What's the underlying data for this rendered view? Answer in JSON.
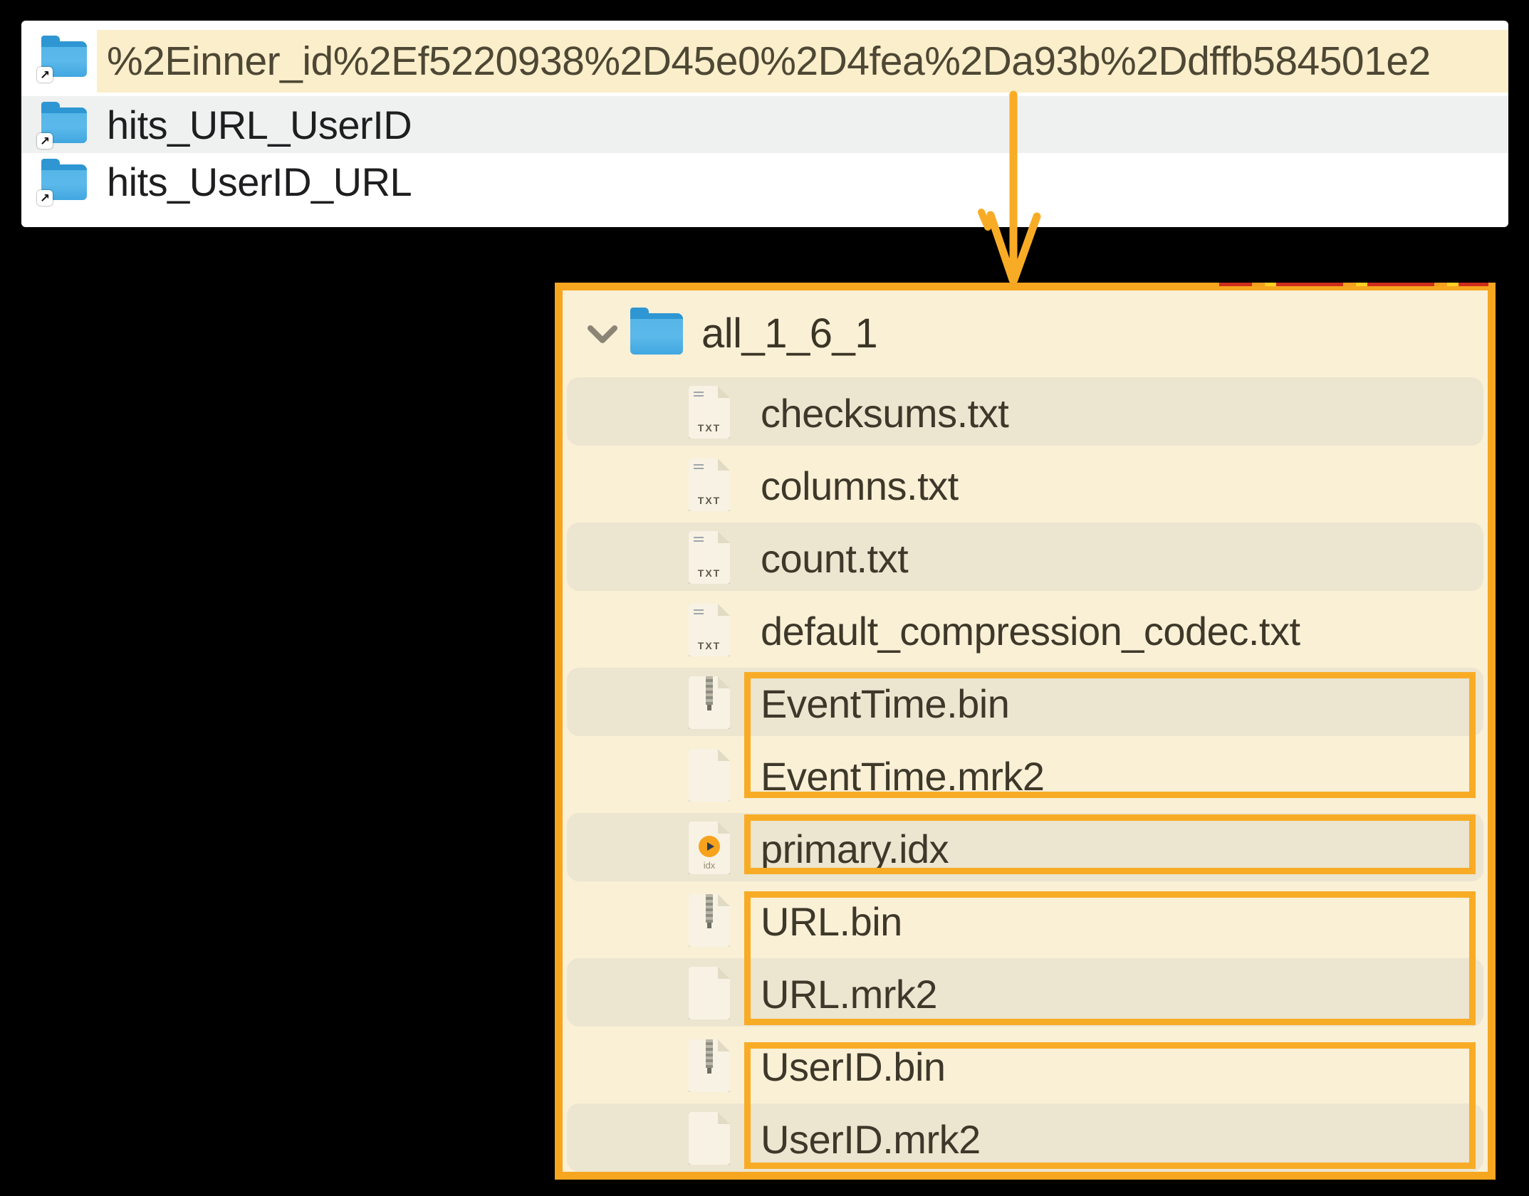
{
  "window": {
    "rows": [
      {
        "name": "%2Einner_id%2Ef5220938%2D45e0%2D4fea%2Da93b%2Ddffb584501e2",
        "selected": true
      },
      {
        "name": "hits_URL_UserID",
        "selected": false
      },
      {
        "name": "hits_UserID_URL",
        "selected": false
      }
    ],
    "alias_badge_glyph": "↗"
  },
  "tree": {
    "root": {
      "name": "all_1_6_1",
      "expanded": true
    },
    "files": [
      {
        "name": "checksums.txt",
        "icon": "txt-file-icon",
        "icon_label": "TXT"
      },
      {
        "name": "columns.txt",
        "icon": "txt-file-icon",
        "icon_label": "TXT"
      },
      {
        "name": "count.txt",
        "icon": "txt-file-icon",
        "icon_label": "TXT"
      },
      {
        "name": "default_compression_codec.txt",
        "icon": "txt-file-icon",
        "icon_label": "TXT"
      },
      {
        "name": "EventTime.bin",
        "icon": "bin-file-icon",
        "icon_label": ""
      },
      {
        "name": "EventTime.mrk2",
        "icon": "blank-file-icon",
        "icon_label": ""
      },
      {
        "name": "primary.idx",
        "icon": "idx-file-icon",
        "icon_label": "idx"
      },
      {
        "name": "URL.bin",
        "icon": "bin-file-icon",
        "icon_label": ""
      },
      {
        "name": "URL.mrk2",
        "icon": "blank-file-icon",
        "icon_label": ""
      },
      {
        "name": "UserID.bin",
        "icon": "bin-file-icon",
        "icon_label": ""
      },
      {
        "name": "UserID.mrk2",
        "icon": "blank-file-icon",
        "icon_label": ""
      }
    ],
    "highlight_groups": [
      {
        "files": [
          "EventTime.bin",
          "EventTime.mrk2"
        ]
      },
      {
        "files": [
          "primary.idx"
        ]
      },
      {
        "files": [
          "URL.bin",
          "URL.mrk2"
        ]
      },
      {
        "files": [
          "UserID.bin",
          "UserID.mrk2"
        ]
      }
    ]
  },
  "colors": {
    "annotation_orange": "#f8ac26",
    "panel_border_orange": "#f6a61f",
    "panel_cream": "#faf0d6",
    "row_stripe_cream": "#ece5d0",
    "selected_row_cream": "#fbeecb",
    "list_stripe_gray": "#eef1f0",
    "folder_blue": "#4fb1e6",
    "idx_disc_orange": "#f6a21d",
    "red_dash": "#ce2c1c"
  }
}
